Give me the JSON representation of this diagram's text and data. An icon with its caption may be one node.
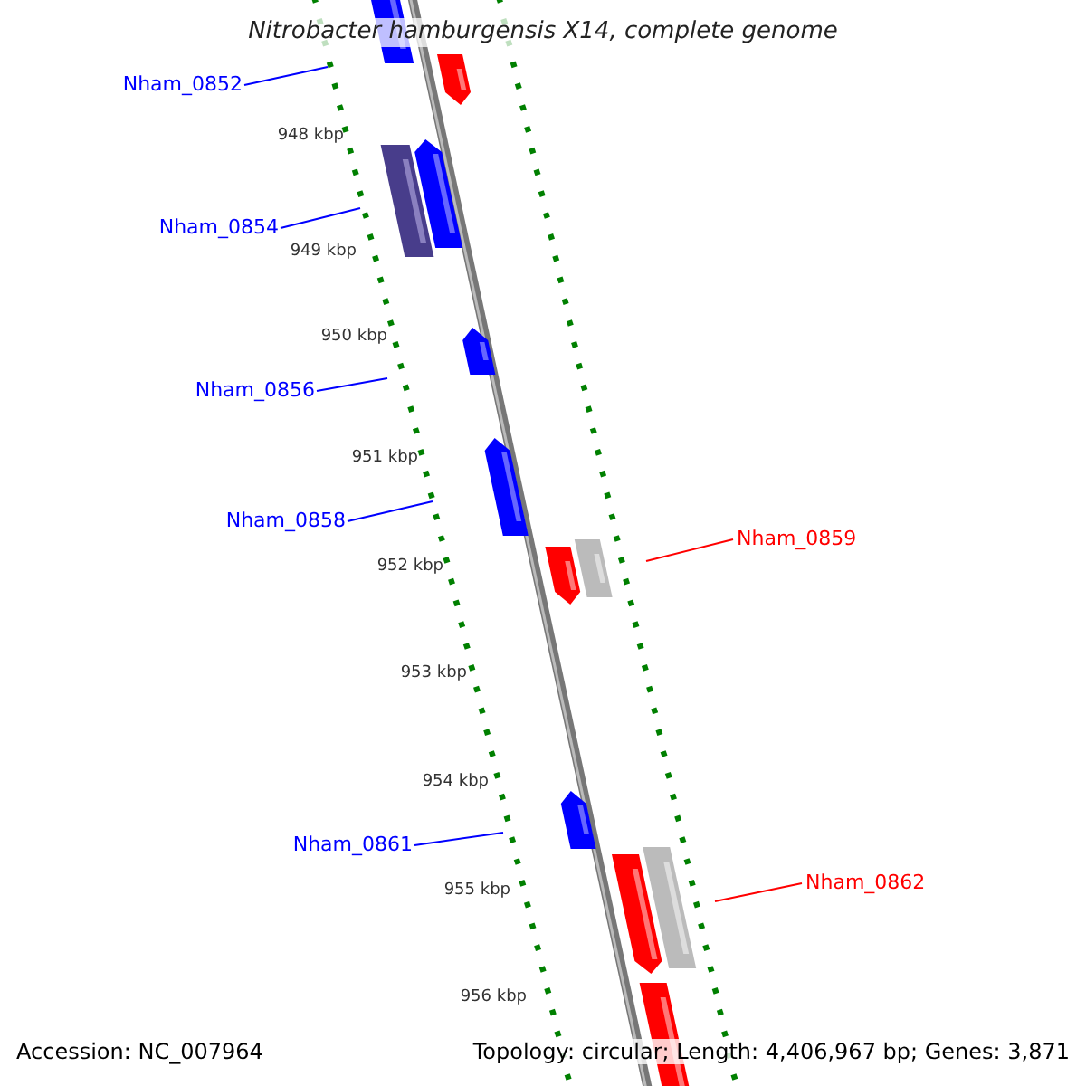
{
  "diagram": {
    "title": "Nitrobacter hamburgensis X14, complete genome",
    "nodes": [
      {
        "text": [
          "Nham_0852"
        ]
      },
      {
        "text": [
          "Nham_0854"
        ]
      },
      {
        "text": [
          "Nham_0856"
        ]
      },
      {
        "text": [
          "Nham_0858"
        ]
      },
      {
        "text": [
          "Nham_0859"
        ]
      },
      {
        "text": [
          "Nham_0861"
        ]
      },
      {
        "text": [
          "Nham_0862"
        ]
      }
    ],
    "edges": [
      {
        "from": 0,
        "to": null,
        "arrow": "none"
      },
      {
        "from": 1,
        "to": null,
        "arrow": "none"
      },
      {
        "from": 2,
        "to": null,
        "arrow": "none"
      },
      {
        "from": 3,
        "to": null,
        "arrow": "none"
      },
      {
        "from": 4,
        "to": null,
        "arrow": "none",
        "color": "#ff0000"
      },
      {
        "from": 5,
        "to": null,
        "arrow": "none"
      },
      {
        "from": 6,
        "to": null,
        "arrow": "none",
        "color": "#ff0000"
      }
    ],
    "labels": [
      "948 kbp",
      "949 kbp",
      "950 kbp",
      "951 kbp",
      "952 kbp",
      "953 kbp",
      "954 kbp",
      "955 kbp",
      "956 kbp",
      "Accession: NC_007964",
      "Topology: circular; Length: 4,406,967 bp; Genes: 3,871"
    ]
  }
}
